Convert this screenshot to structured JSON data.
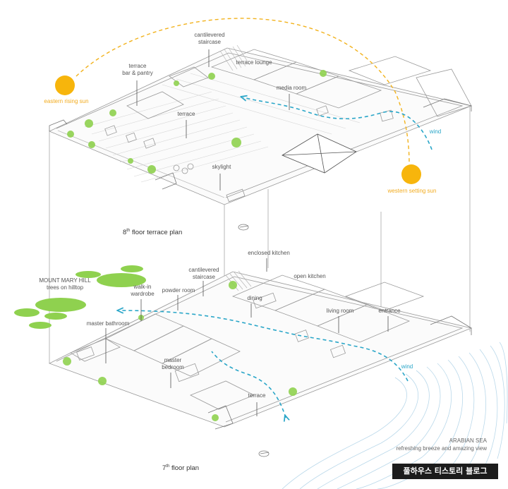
{
  "colors": {
    "sun": "#f7b50c",
    "sun_path": "#f2b21c",
    "wind": "#2aa6c8",
    "tree": "#8fd14f",
    "plan_line": "#9a9a9a",
    "sea_line": "#a9cfe3"
  },
  "icons": {
    "sun": "sun-icon",
    "wind": "wind-arrow-icon",
    "tree": "tree-icon",
    "north_arrow": "north-arrow-icon"
  },
  "labels": {
    "cantilevered_staircase_top": "cantilevered\nstaircase",
    "terrace_bar": "terrace\nbar & pantry",
    "terrace_lounge": "terrace lounge",
    "media_room": "media room",
    "terrace": "terrace",
    "skylight": "skylight",
    "eastern_sun": "eastern rising sun",
    "western_sun": "western setting sun",
    "wind_top": "wind",
    "terrace_plan_title": "8",
    "terrace_plan_title_sup": "th",
    "terrace_plan_title_rest": " floor terrace plan",
    "enclosed_kitchen": "enclosed kitchen",
    "open_kitchen": "open kitchen",
    "cantilevered_staircase_bottom": "cantilevered\nstaircase",
    "mount_mary_hill": "MOUNT MARY HILL",
    "trees_on_hilltop": "trees on hilltop",
    "walk_in_wardrobe": "walk-in\nwardrobe",
    "powder_room": "powder room",
    "dining": "dining",
    "living_room": "living room",
    "entrance": "entrance",
    "master_bathroom": "master bathroom",
    "master_bedroom": "master\nbedroom",
    "wind_bottom": "wind",
    "terrace_bottom": "terrace",
    "arabian_sea": "ARABIAN SEA",
    "sea_caption": "refreshing breeze and amazing view",
    "floor_plan_title": "7",
    "floor_plan_title_sup": "th",
    "floor_plan_title_rest": " floor plan",
    "watermark": "풀하우스 티스토리 블로그"
  }
}
